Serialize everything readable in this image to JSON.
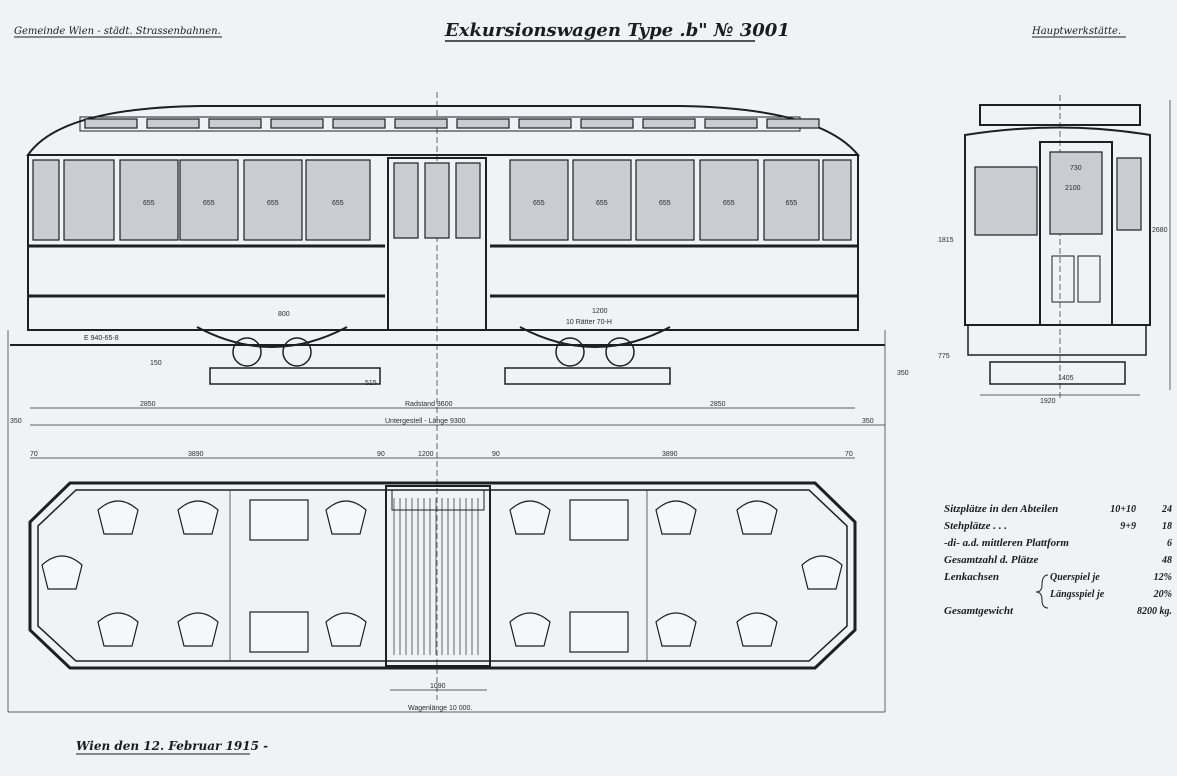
{
  "header": {
    "left": "Gemeinde Wien - städt. Strassenbahnen.",
    "title": "Exkursionswagen Type .b\" № 3001",
    "right": "Hauptwerkstätte."
  },
  "side_view": {
    "window_label": "655",
    "dim_800": "800",
    "dim_1200": "1200",
    "bogie_note": "10 Rätter 70-H",
    "left_note": "E 940-65-8",
    "dim_150": "150",
    "dim_515": "515",
    "dim_350_low": "350"
  },
  "dimensions": {
    "left_2850": "2850",
    "radstand": "Radstand 3600",
    "right_2850": "2850",
    "untergestell": "Untergestell - Länge 9300",
    "end_350_left": "350",
    "end_350_right": "350",
    "plan_70_left": "70",
    "plan_3890_left": "3890",
    "plan_90_left": "90",
    "plan_1200": "1200",
    "plan_90_right": "90",
    "plan_3890_right": "3890",
    "plan_70_right": "70",
    "plan_1090": "1090",
    "wagenlaenge": "Wagenlänge 10 000."
  },
  "end_view": {
    "dim_730": "730",
    "dim_2100": "2100",
    "dim_1405": "1405",
    "dim_1920": "1920",
    "dim_775": "775",
    "dim_1815": "1815",
    "dim_2680": "2680"
  },
  "specs": [
    {
      "label": "Sitzplätze in den Abteilen",
      "detail": "10+10",
      "value": "24"
    },
    {
      "label": "Stehplätze  .     .     .",
      "detail": "9+9",
      "value": "18"
    },
    {
      "label": "-di-  a.d. mittleren Plattform",
      "detail": "",
      "value": "6"
    },
    {
      "label": "Gesamtzahl d. Plätze",
      "detail": "",
      "value": "48"
    },
    {
      "label": "Lenkachsen",
      "detail": "Querspiel je",
      "value": "12%"
    },
    {
      "label": "",
      "detail": "Längsspiel je",
      "value": "20%"
    },
    {
      "label": "Gesamtgewicht",
      "detail": "",
      "value": "8200 kg."
    }
  ],
  "footer": {
    "date": "Wien den 12. Februar 1915 - "
  }
}
